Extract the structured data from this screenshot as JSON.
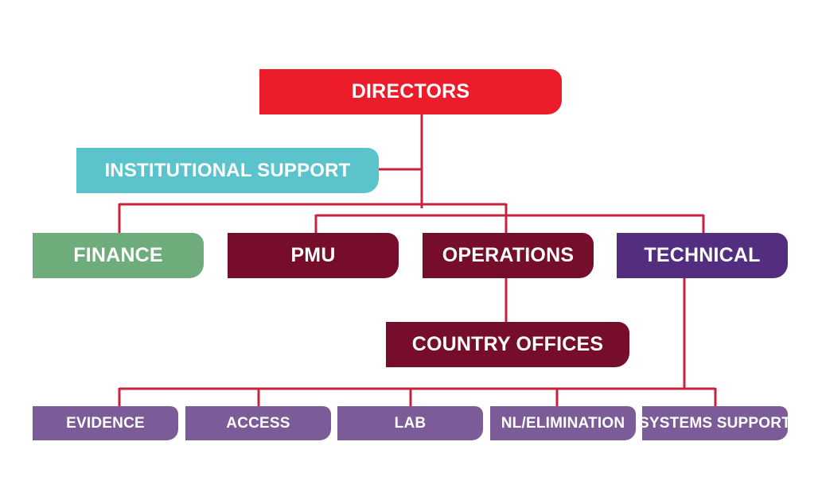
{
  "diagram": {
    "colors": {
      "connector": "#c8233c",
      "directors": "#ec1c2b",
      "institutional": "#5bc3cb",
      "finance": "#6fac7c",
      "maroon": "#760d2a",
      "technical": "#532d7f",
      "sub_team": "#7b5c98"
    },
    "nodes": {
      "directors": "DIRECTORS",
      "institutional_support": "INSTITUTIONAL SUPPORT",
      "finance": "FINANCE",
      "pmu": "PMU",
      "operations": "OPERATIONS",
      "technical": "TECHNICAL",
      "country_offices": "COUNTRY OFFICES",
      "evidence": "EVIDENCE",
      "access": "ACCESS",
      "lab": "LAB",
      "nl_elimination": "NL/ELIMINATION",
      "systems_support": "SYSTEMS SUPPORT"
    }
  }
}
